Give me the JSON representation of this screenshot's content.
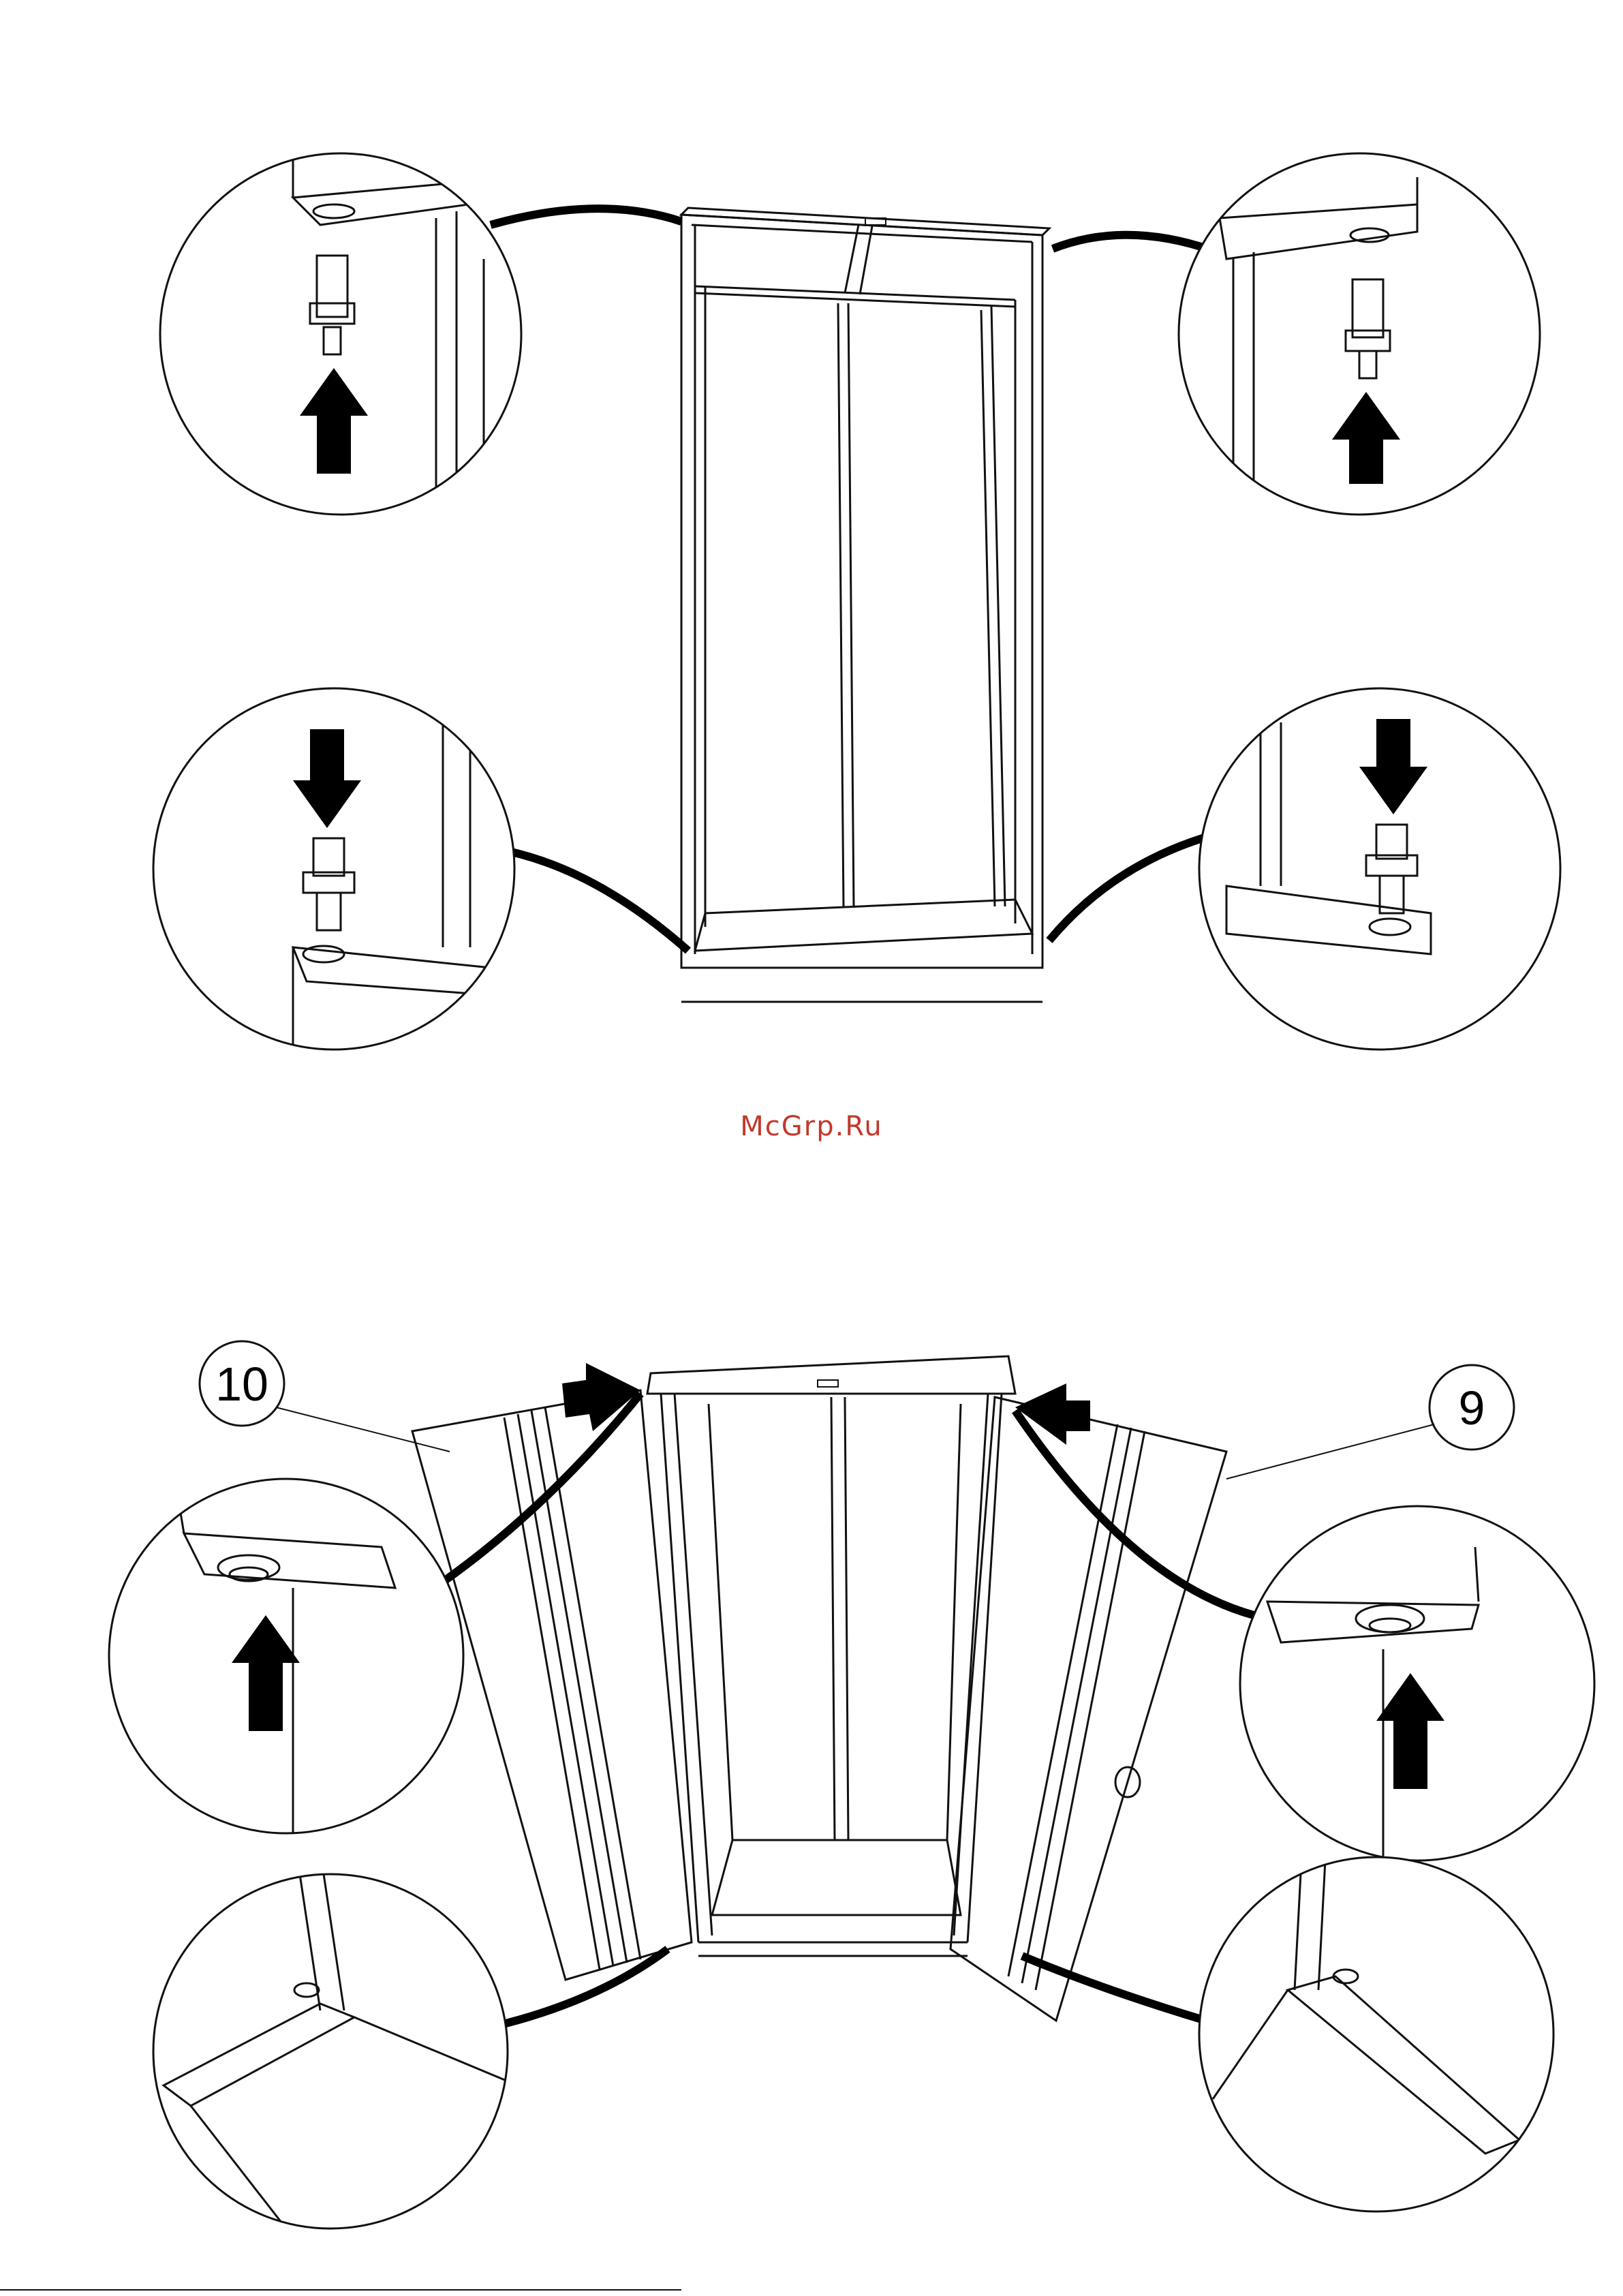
{
  "watermark": {
    "text": "McGrp.Ru",
    "color": "#c0392b"
  },
  "callouts": [
    {
      "label": "10"
    },
    {
      "label": "9"
    }
  ],
  "colors": {
    "line": "#111111",
    "paper": "#ffffff",
    "arrow": "#000000"
  },
  "steps": [
    {
      "name": "shelf-pins-step",
      "details": [
        "top-left-pin-up",
        "top-right-pin-up",
        "bottom-left-pin-down",
        "bottom-right-pin-down"
      ]
    },
    {
      "name": "door-hinge-step",
      "details": [
        "left-door-hinge-up",
        "right-door-hinge-up",
        "left-door-bottom-corner",
        "right-door-bottom-corner"
      ]
    }
  ]
}
